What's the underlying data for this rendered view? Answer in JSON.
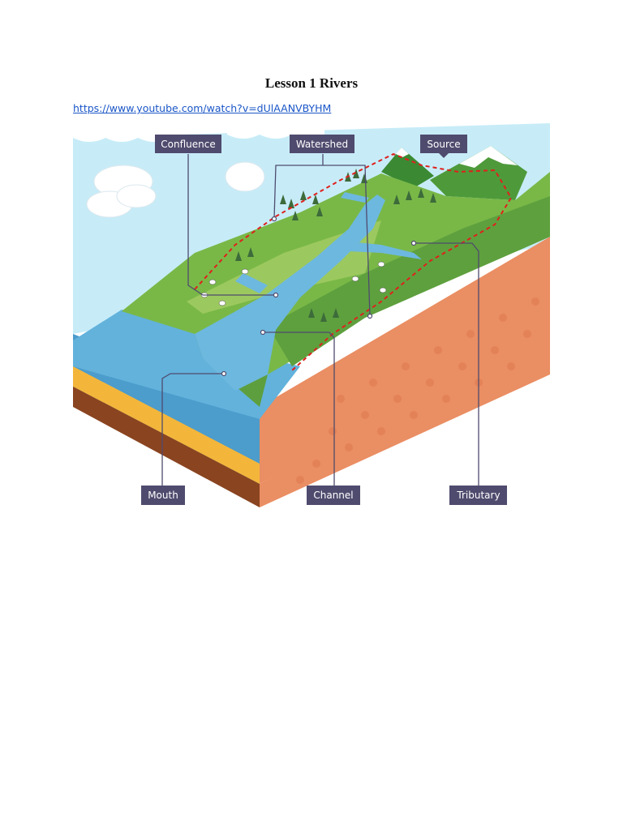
{
  "document": {
    "title": "Lesson 1 Rivers",
    "link_text": "https://www.youtube.com/watch?v=dUlAANVBYHM"
  },
  "diagram": {
    "labels": {
      "confluence": "Confluence",
      "watershed": "Watershed",
      "source": "Source",
      "mouth": "Mouth",
      "channel": "Channel",
      "tributary": "Tributary"
    },
    "colors": {
      "sky": "#c7ecf8",
      "grass": "#79b847",
      "grass_dark": "#4e9a3a",
      "water": "#6db8df",
      "sea": "#5aaed9",
      "soil": "#ea8e63",
      "label_bg": "#4f4b6e",
      "watershed_line": "#e0201c"
    }
  }
}
